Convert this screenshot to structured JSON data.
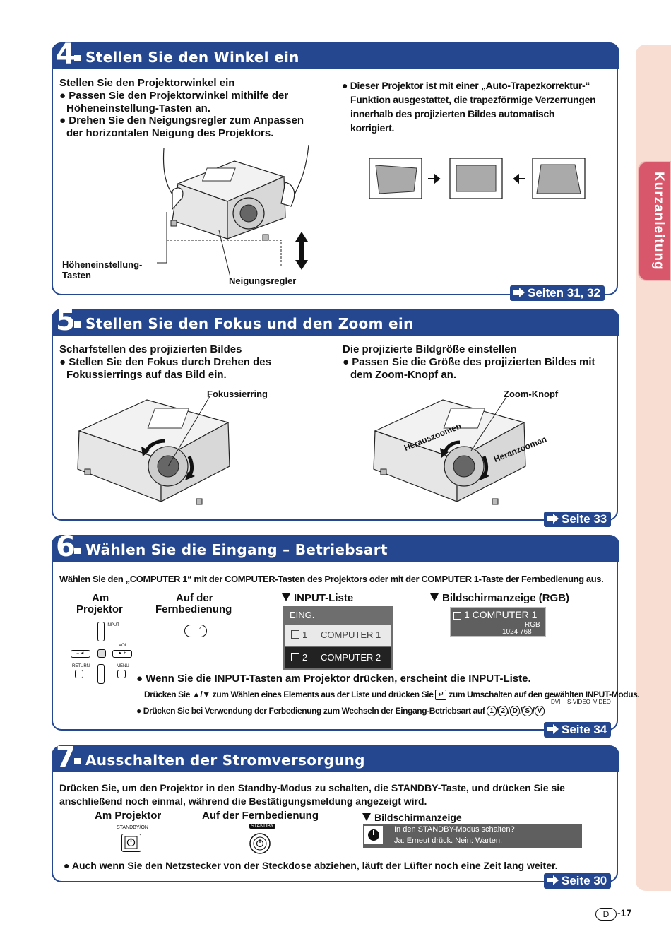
{
  "side_tab": {
    "label": "Kurzanleitung"
  },
  "sec4": {
    "num": "4",
    "title": "Stellen Sie den Winkel ein",
    "heading": "Stellen Sie den Projektorwinkel ein",
    "bullet1_l1": "Passen Sie den Projektorwinkel mithilfe der",
    "bullet1_l2": "Höheneinstellung-Tasten an.",
    "bullet2_l1": "Drehen Sie den Neigungsregler zum Anpassen",
    "bullet2_l2": "der horizontalen Neigung des Projektors.",
    "note_l1": "Dieser Projektor ist mit einer „Auto-Trapezkorrektur-“",
    "note_l2": "Funktion ausgestattet, die trapezförmige Verzerrungen",
    "note_l3": "innerhalb des projizierten Bildes automatisch",
    "note_l4": "korrigiert.",
    "label_height_l1": "Höheneinstellung-",
    "label_height_l2": "Tasten",
    "label_tilt": "Neigungsregler",
    "pageref": "Seiten 31, 32"
  },
  "sec5": {
    "num": "5",
    "title": "Stellen Sie den Fokus und den Zoom ein",
    "left_heading": "Scharfstellen des projizierten Bildes",
    "left_b1_l1": "Stellen Sie den Fokus durch Drehen des",
    "left_b1_l2": "Fokussierrings auf das Bild ein.",
    "right_heading": "Die projizierte Bildgröße einstellen",
    "right_b1_l1": "Passen Sie die Größe des projizierten Bildes mit",
    "right_b1_l2": "dem Zoom-Knopf an.",
    "label_focus": "Fokussierring",
    "label_zoom": "Zoom-Knopf",
    "label_zoom_out": "Herauszoomen",
    "label_zoom_in": "Heranzoomen",
    "pageref": "Seite 33"
  },
  "sec6": {
    "num": "6",
    "title": "Wählen Sie die Eingang – Betriebsart",
    "instruction": "Wählen Sie den „COMPUTER 1“ mit der COMPUTER-Tasten des Projektors oder mit der COMPUTER 1-Taste der Fernbedienung aus.",
    "col_projector_l1": "Am",
    "col_projector_l2": "Projektor",
    "col_remote_l1": "Auf der",
    "col_remote_l2": "Fernbedienung",
    "input_list_label": "INPUT-Liste",
    "osd_label": "Bildschirmanzeige (RGB)",
    "input_list": {
      "header": "EING.",
      "row1_num": "1",
      "row1": "COMPUTER 1",
      "row2_num": "2",
      "row2": "COMPUTER 2"
    },
    "osd": {
      "title": "1  COMPUTER 1",
      "mode": "RGB",
      "res": "1024   768"
    },
    "keys": {
      "input": "INPUT",
      "vol": "VOL",
      "return": "RETURN",
      "menu": "MENU",
      "minus": "– ◄",
      "plus": "► +",
      "remote_btn": "1"
    },
    "bullet1": "Wenn Sie die INPUT-Tasten am Projektor drücken, erscheint die INPUT-Liste.",
    "bullet1_sub_a": "Drücken Sie ▲/▼ zum Wählen eines Elements aus der Liste und drücken Sie",
    "bullet1_sub_b": "zum Umschalten auf den gewählten INPUT-Modus.",
    "bullet2": "Drücken Sie bei Verwendung der Ferbedienung zum Wechseln der Eingang-Betriebsart auf",
    "pill_labels": {
      "dvi": "DVI",
      "svideo": "S-VIDEO",
      "video": "VIDEO",
      "p1": "1",
      "p2": "2",
      "pd": "D",
      "ps": "S",
      "pv": "V"
    },
    "pageref": "Seite 34"
  },
  "sec7": {
    "num": "7",
    "title": "Ausschalten der Stromversorgung",
    "instruction_l1": "Drücken Sie, um den Projektor in den Standby-Modus zu schalten, die STANDBY-Taste, und drücken Sie sie",
    "instruction_l2": "anschließend noch einmal, während die Bestätigungsmeldung angezeigt wird.",
    "col_projector": "Am Projektor",
    "col_remote": "Auf der Fernbedienung",
    "osd_label": "Bildschirmanzeige",
    "key_projector": "STANDBY/ON",
    "key_remote": "STANDBY",
    "osd_l1": "In den STANDBY-Modus schalten?",
    "osd_l2": "Ja: Erneut drück.  Nein: Warten.",
    "bullet": "Auch wenn Sie den Netzstecker von der Steckdose abziehen, läuft der Lüfter noch eine Zeit lang weiter.",
    "pageref": "Seite 30"
  },
  "footer": {
    "region": "D",
    "page": "-17"
  },
  "colors": {
    "navy": "#24478f",
    "tab_pink": "#f7ddd2",
    "tab_red": "#d9576a"
  }
}
